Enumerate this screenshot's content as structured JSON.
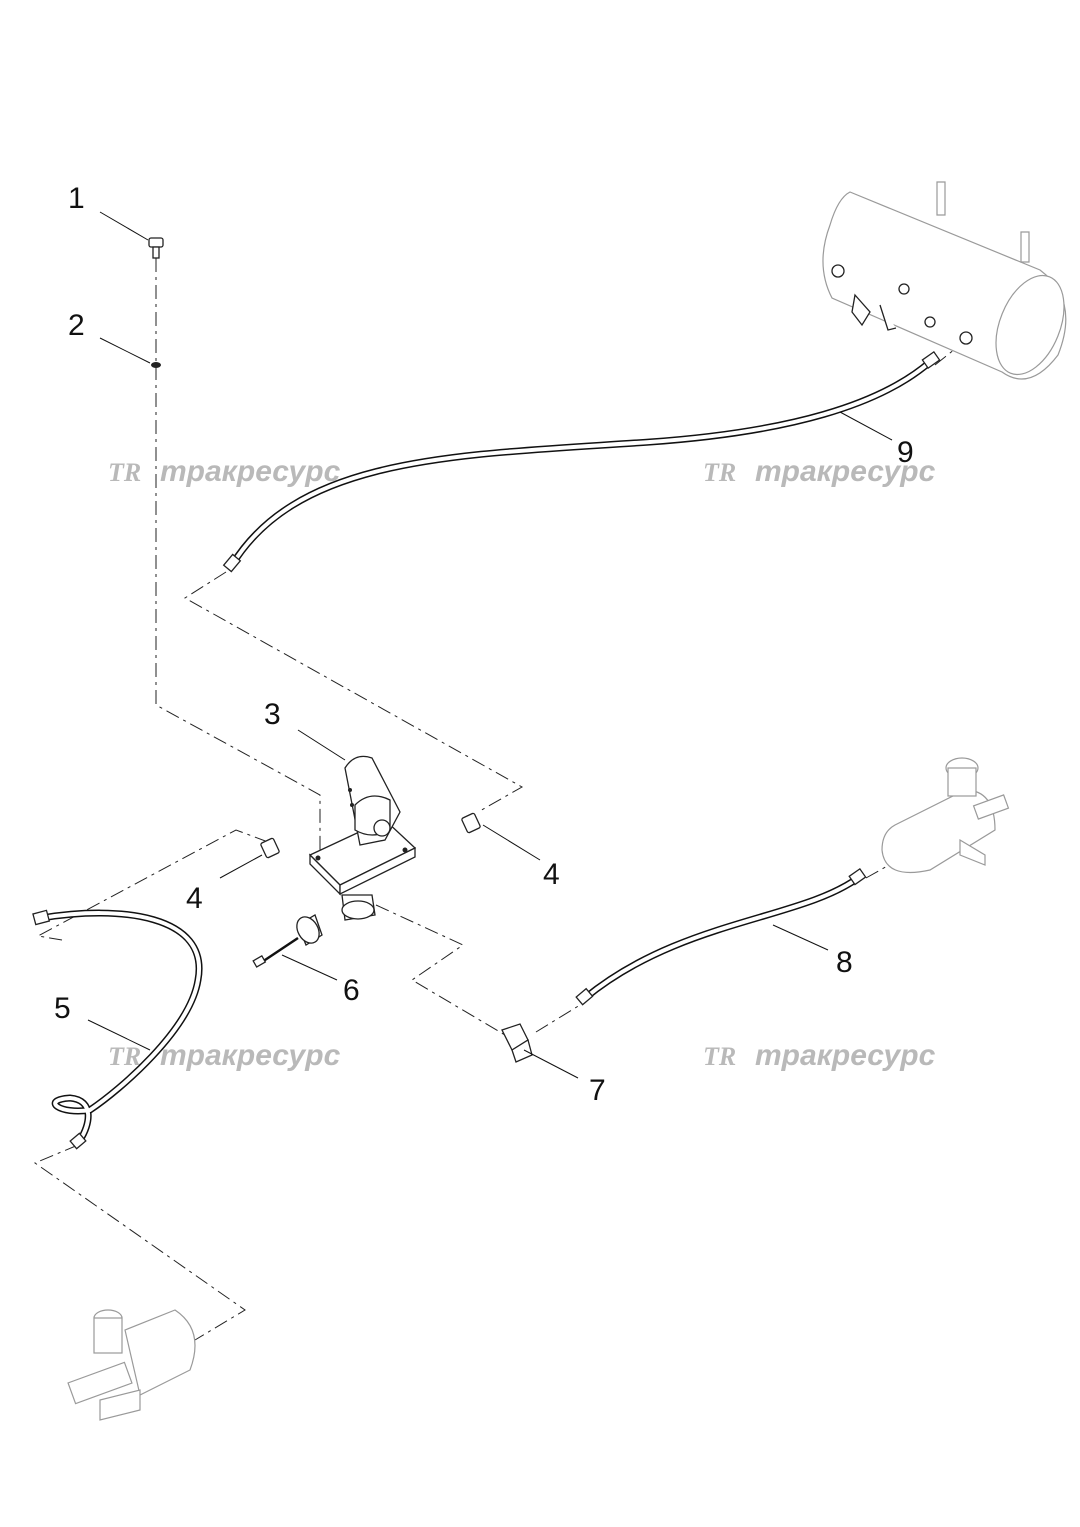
{
  "watermark": {
    "logo": "TR",
    "text": "тракресурс"
  },
  "callouts": [
    {
      "id": "1",
      "label": "1"
    },
    {
      "id": "2",
      "label": "2"
    },
    {
      "id": "3",
      "label": "3"
    },
    {
      "id": "4a",
      "label": "4"
    },
    {
      "id": "4b",
      "label": "4"
    },
    {
      "id": "5",
      "label": "5"
    },
    {
      "id": "6",
      "label": "6"
    },
    {
      "id": "7",
      "label": "7"
    },
    {
      "id": "8",
      "label": "8"
    },
    {
      "id": "9",
      "label": "9"
    }
  ]
}
